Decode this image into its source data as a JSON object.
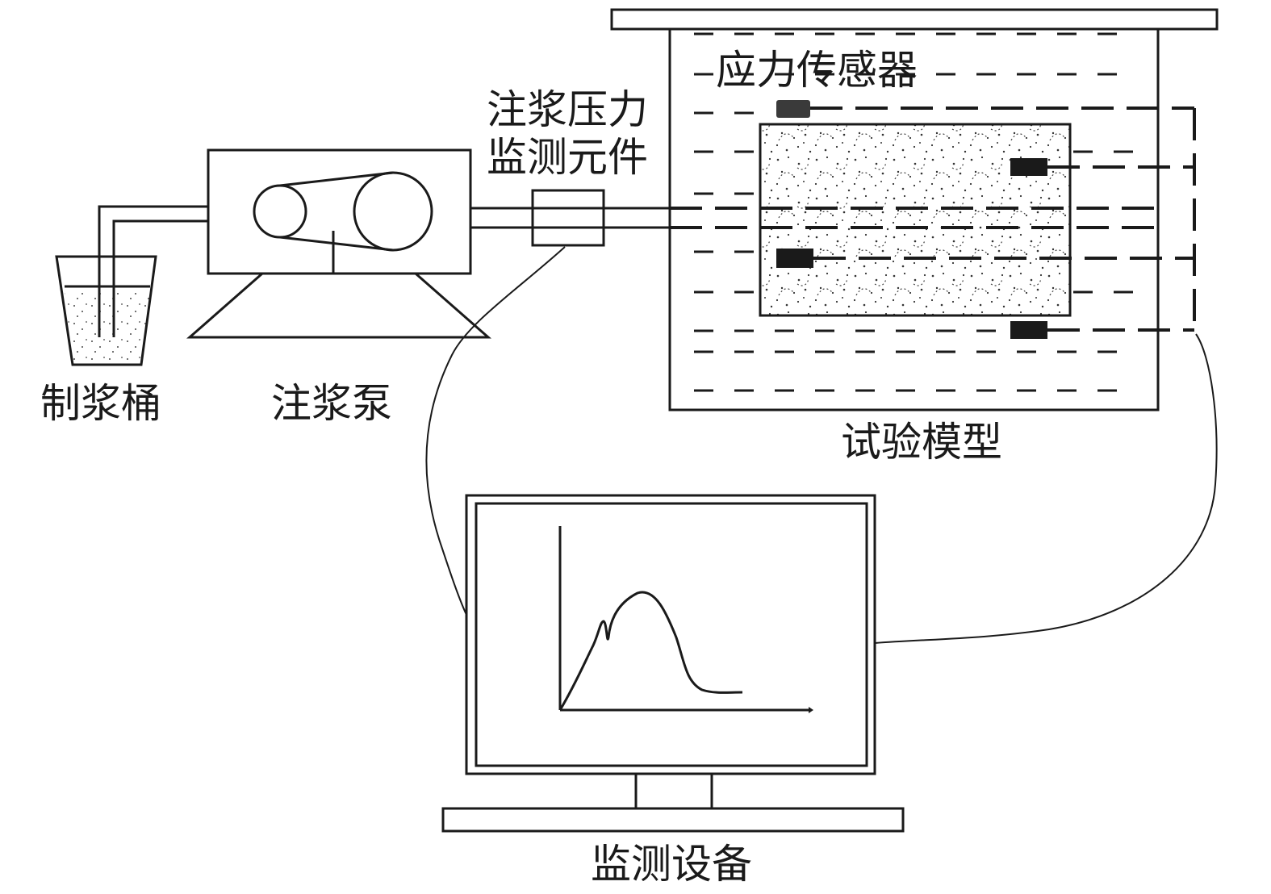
{
  "labels": {
    "bucket": "制浆桶",
    "pump": "注浆泵",
    "pressure_line1": "注浆压力",
    "pressure_line2": "监测元件",
    "stress_sensor": "应力传感器",
    "test_model": "试验模型",
    "monitor": "监测设备"
  },
  "colors": {
    "ink": "#1a1a1a",
    "sensor": "#1a1a1a",
    "sensor_top": "#3a3a3a"
  }
}
